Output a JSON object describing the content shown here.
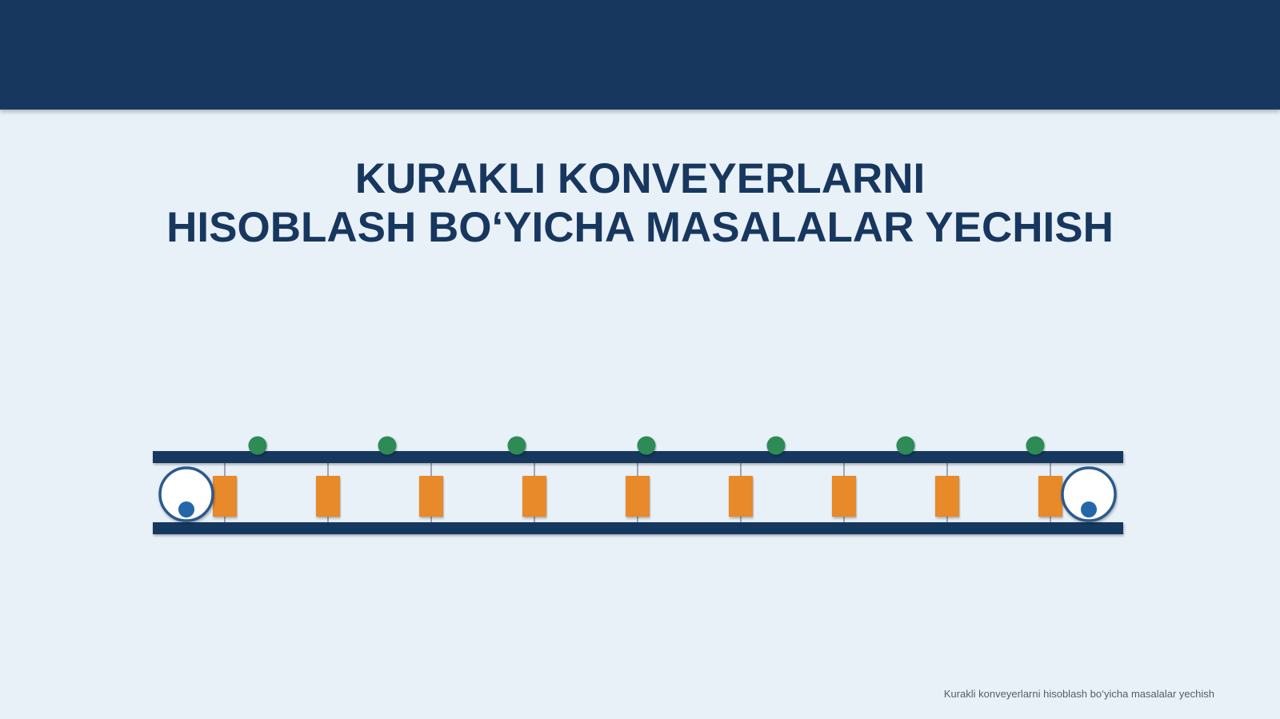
{
  "slide": {
    "title_line1": "KURAKLI KONVEYERLARNI",
    "title_line2": "HISOBLASH BO‘YICHA MASALALAR YECHISH",
    "footer": "Kurakli konveyerlarni hisoblash bo‘yicha masalalar yechish"
  },
  "colors": {
    "header_band": "#17375e",
    "background": "#e9f1f8",
    "belt": "#17375e",
    "scraper": "#e8892a",
    "material_ball": "#2e8b57",
    "pulley_fill": "#ffffff",
    "pulley_stroke": "#2b5a8c",
    "pulley_dot": "#2566a8"
  }
}
